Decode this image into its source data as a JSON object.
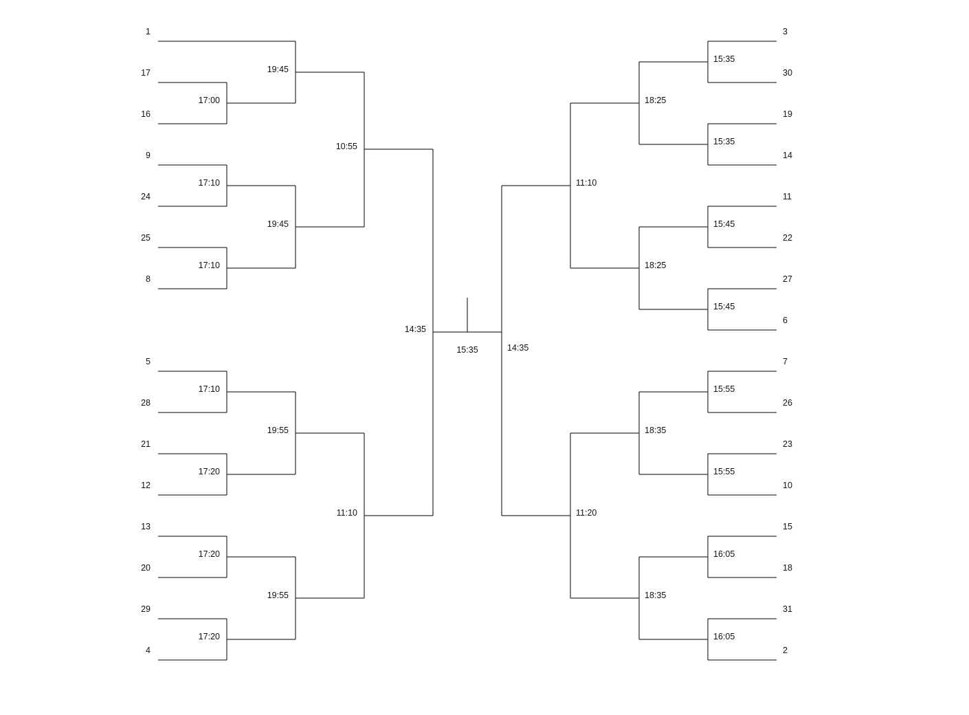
{
  "seeds": {
    "left": [
      "1",
      "17",
      "16",
      "9",
      "24",
      "25",
      "8",
      "5",
      "28",
      "21",
      "12",
      "13",
      "20",
      "29",
      "4"
    ],
    "right": [
      "3",
      "30",
      "19",
      "14",
      "11",
      "22",
      "27",
      "6",
      "7",
      "26",
      "23",
      "10",
      "15",
      "18",
      "31",
      "2"
    ]
  },
  "times": {
    "left": {
      "r1": [
        "17:00",
        "17:10",
        "17:10",
        "17:10",
        "17:20",
        "17:20",
        "17:20"
      ],
      "r2": [
        "19:45",
        "19:45",
        "19:55",
        "19:55"
      ],
      "r3": [
        "10:55",
        "11:10"
      ],
      "semi": "14:35"
    },
    "right": {
      "r1": [
        "15:35",
        "15:35",
        "15:45",
        "15:45",
        "15:55",
        "15:55",
        "16:05",
        "16:05"
      ],
      "r2": [
        "18:25",
        "18:25",
        "18:35",
        "18:35"
      ],
      "r3": [
        "11:10",
        "11:20"
      ],
      "semi": "14:35"
    },
    "final": "15:35"
  }
}
